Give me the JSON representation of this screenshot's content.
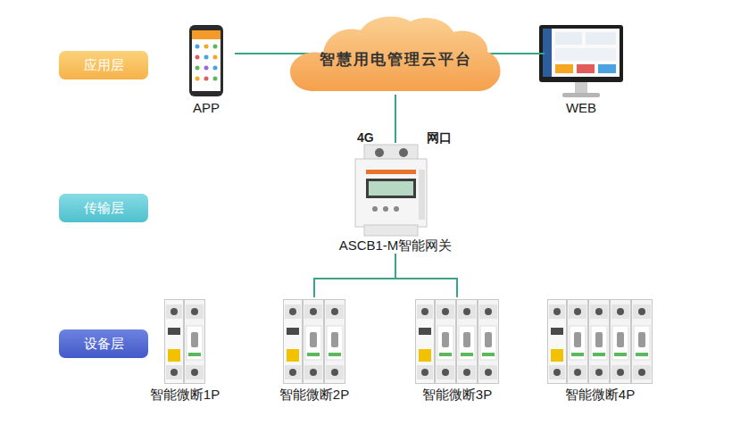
{
  "diagram": {
    "nodes": [
      {
        "text": [
          "应用层"
        ]
      },
      {
        "text": [
          "APP"
        ]
      },
      {
        "text": [
          "智慧用电管理云平台"
        ]
      },
      {
        "text": [
          "WEB"
        ]
      },
      {
        "text": [
          "传输层"
        ]
      },
      {
        "text": [
          "ASCB1-M智能网关"
        ]
      },
      {
        "text": [
          "设备层"
        ]
      },
      {
        "text": [
          "智能微断1P"
        ]
      },
      {
        "text": [
          "智能微断2P"
        ]
      },
      {
        "text": [
          "智能微断3P"
        ]
      },
      {
        "text": [
          "智能微断4P"
        ]
      }
    ],
    "edges": [
      {
        "from": 1,
        "to": 2,
        "arrow": "none"
      },
      {
        "from": 2,
        "to": 3,
        "arrow": "none"
      },
      {
        "from": 2,
        "to": 5,
        "arrow": "none"
      },
      {
        "from": 5,
        "to": 7,
        "arrow": "none"
      },
      {
        "from": 5,
        "to": 8,
        "arrow": "none"
      },
      {
        "from": 5,
        "to": 9,
        "arrow": "none"
      },
      {
        "from": 5,
        "to": 10,
        "arrow": "none"
      }
    ],
    "labels": [
      "4G",
      "网口"
    ]
  }
}
